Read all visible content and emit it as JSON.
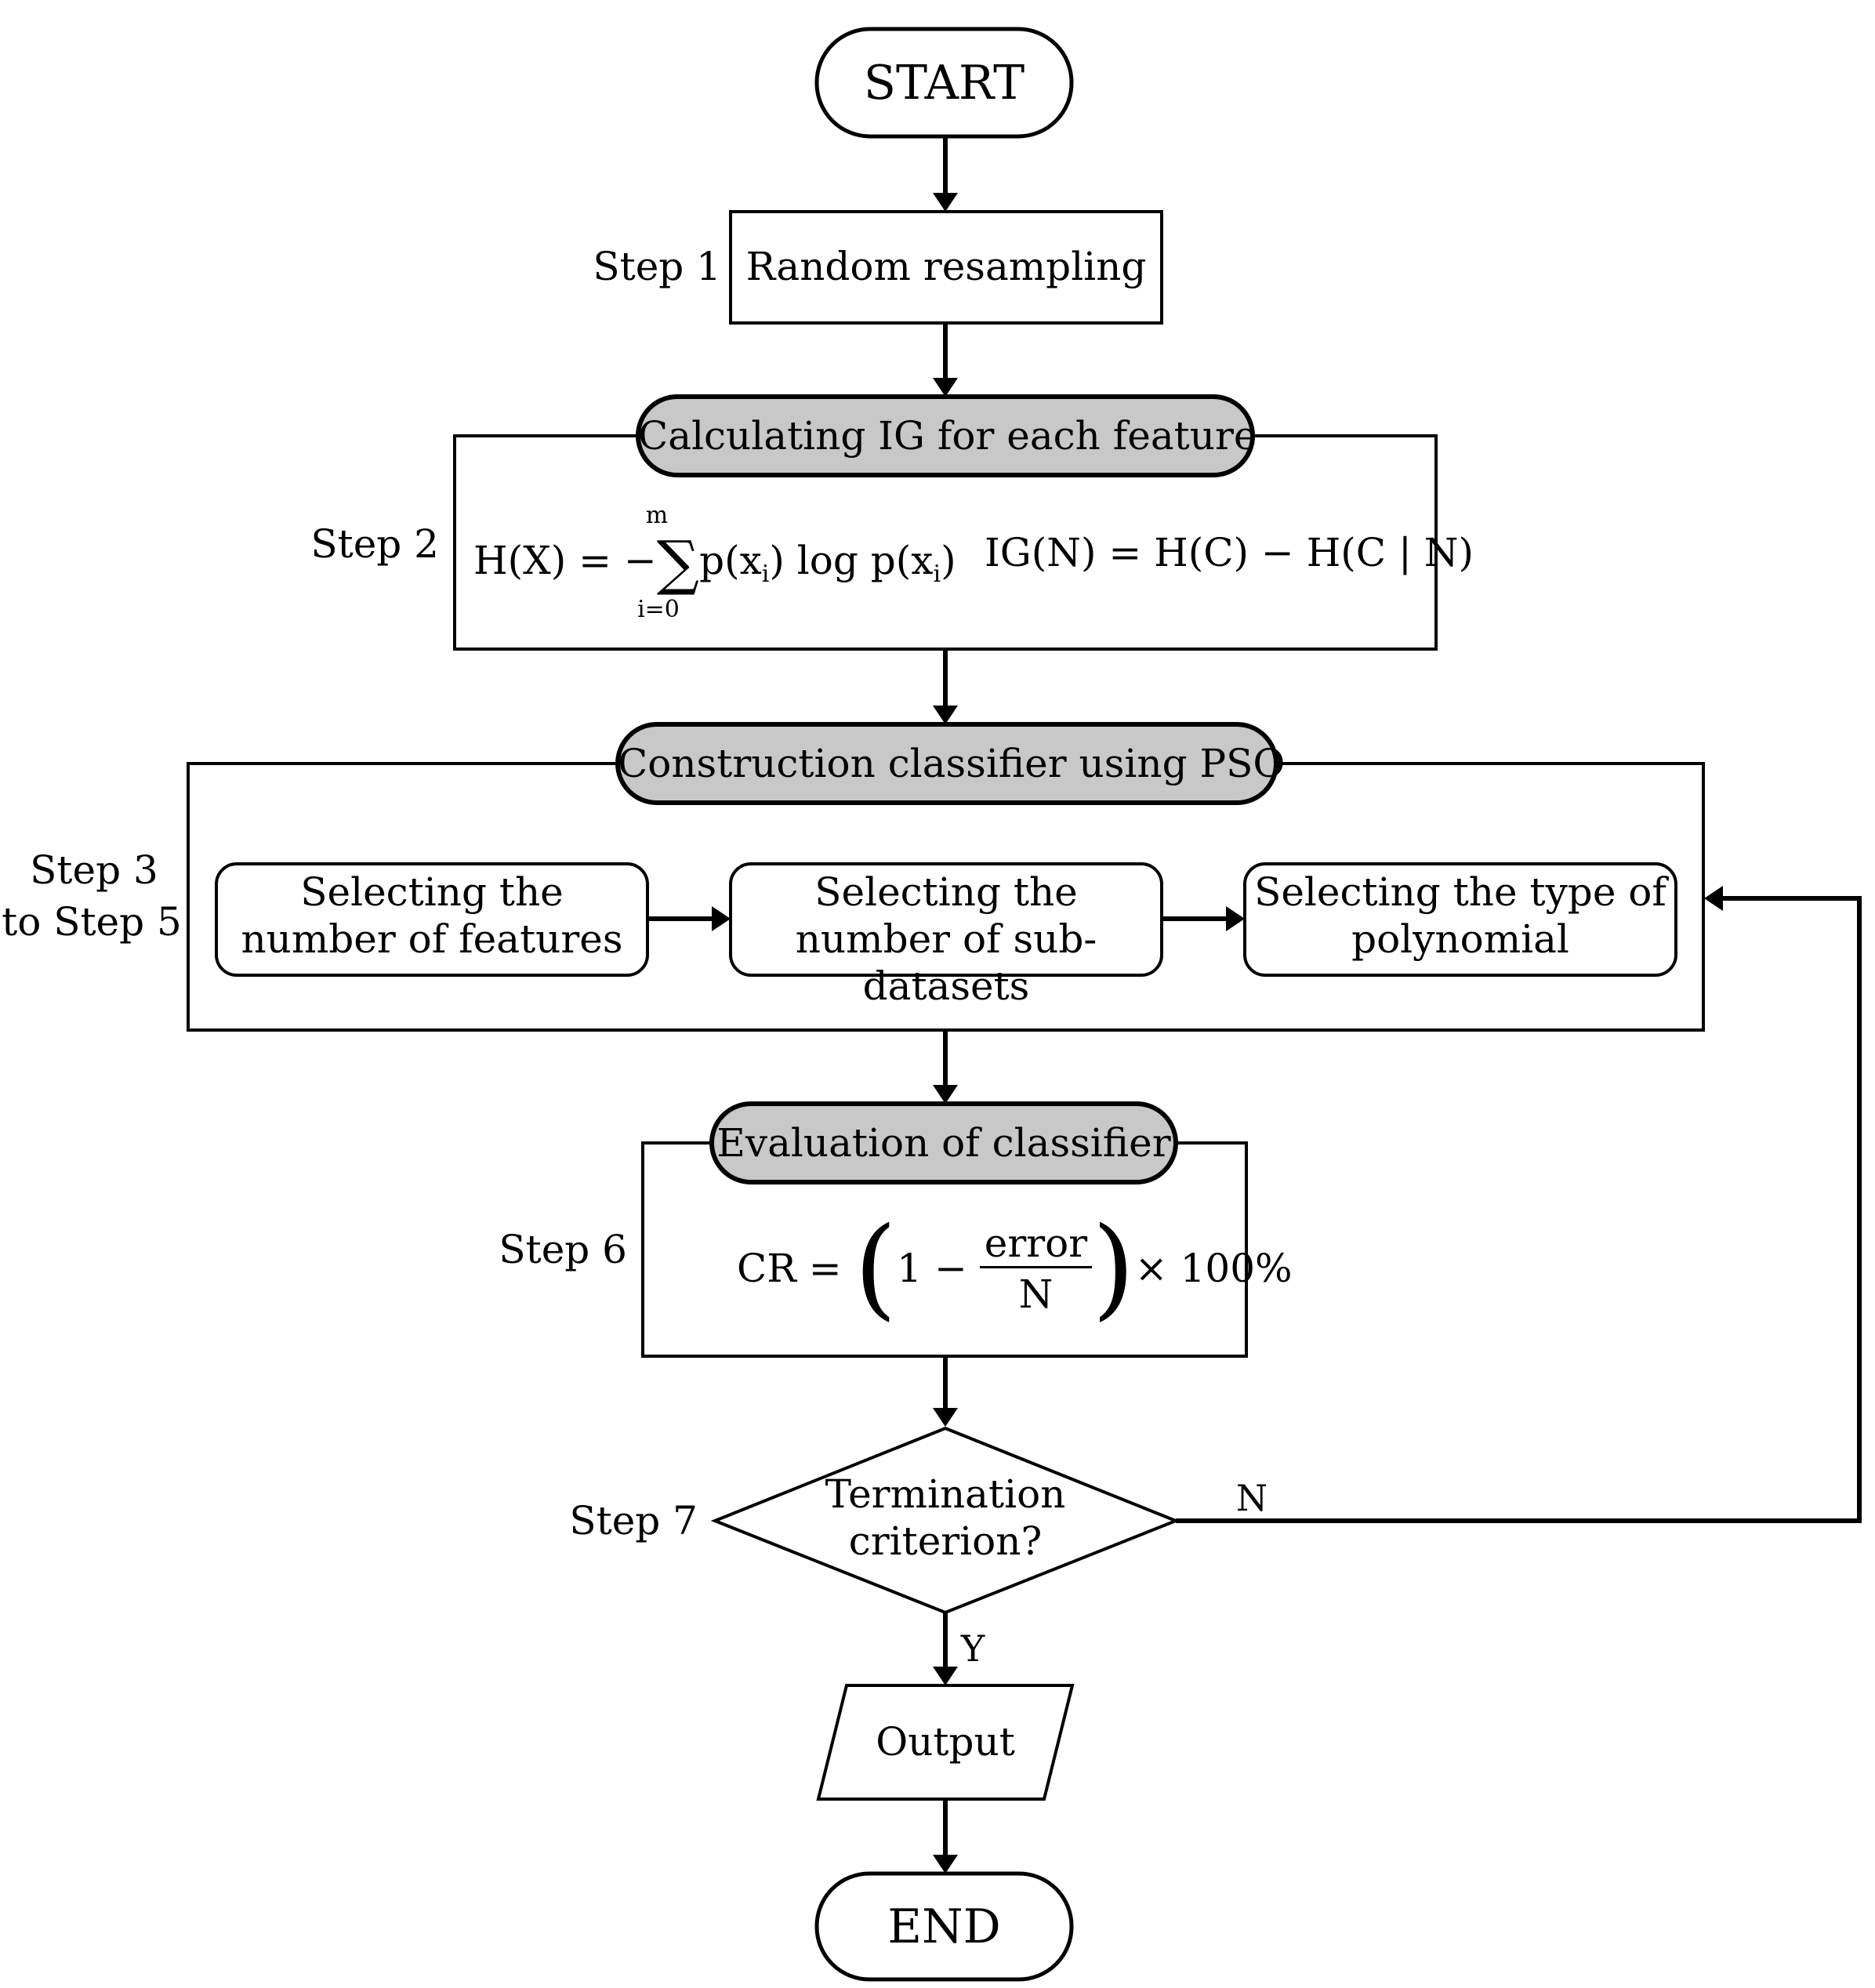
{
  "start_label": "START",
  "end_label": "END",
  "steps": {
    "step1": "Step 1",
    "step2": "Step 2",
    "step3_5_line1": "Step 3",
    "step3_5_line2": "to Step 5",
    "step6": "Step 6",
    "step7": "Step 7"
  },
  "random_resampling": "Random resampling",
  "ig_section": {
    "title": "Calculating IG for each feature",
    "entropy": {
      "lhs": "H(X) = −",
      "sum_symbol": "∑",
      "upper": "m",
      "lower": "i=0",
      "term1": "p(x",
      "term1_sub": "i",
      "term1_end": ") log p(x",
      "term2_sub": "i",
      "term2_end": ")"
    },
    "ig_formula": "IG(N) = H(C) − H(C | N)"
  },
  "pso_section": {
    "title": "Construction classifier using PSO",
    "box1": "Selecting the number of features",
    "box2": "Selecting the number of sub-datasets",
    "box3": "Selecting the type of polynomial"
  },
  "eval_section": {
    "title": "Evaluation of classifier",
    "cr_lhs": "CR =",
    "one_minus": "1 −",
    "numerator": "error",
    "denominator": "N",
    "times": "× 100%"
  },
  "decision": {
    "text": "Termination criterion?",
    "no_label": "N",
    "yes_label": "Y"
  },
  "output_label": "Output",
  "colors": {
    "stroke": "#000000",
    "title_fill": "#c8c8c8",
    "background": "#ffffff"
  }
}
